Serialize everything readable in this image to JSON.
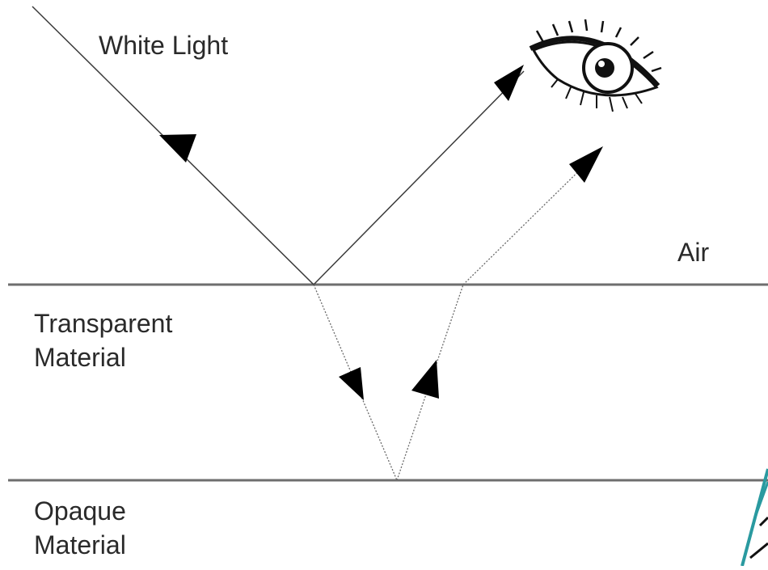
{
  "labels": {
    "white_light": "White Light",
    "air": "Air",
    "transparent_line1": "Transparent",
    "transparent_line2": "Material",
    "opaque_line1": "Opaque",
    "opaque_line2": "Material"
  },
  "icons": {
    "eye": "eye-icon",
    "arrowhead": "triangle-arrowhead"
  },
  "colors": {
    "line": "#555555",
    "ray": "#3a3a3a",
    "dashed_ray": "#6a6a6a",
    "arrow": "#000000",
    "text": "#2a2a2a",
    "corner_object": "#2a9aa0"
  }
}
